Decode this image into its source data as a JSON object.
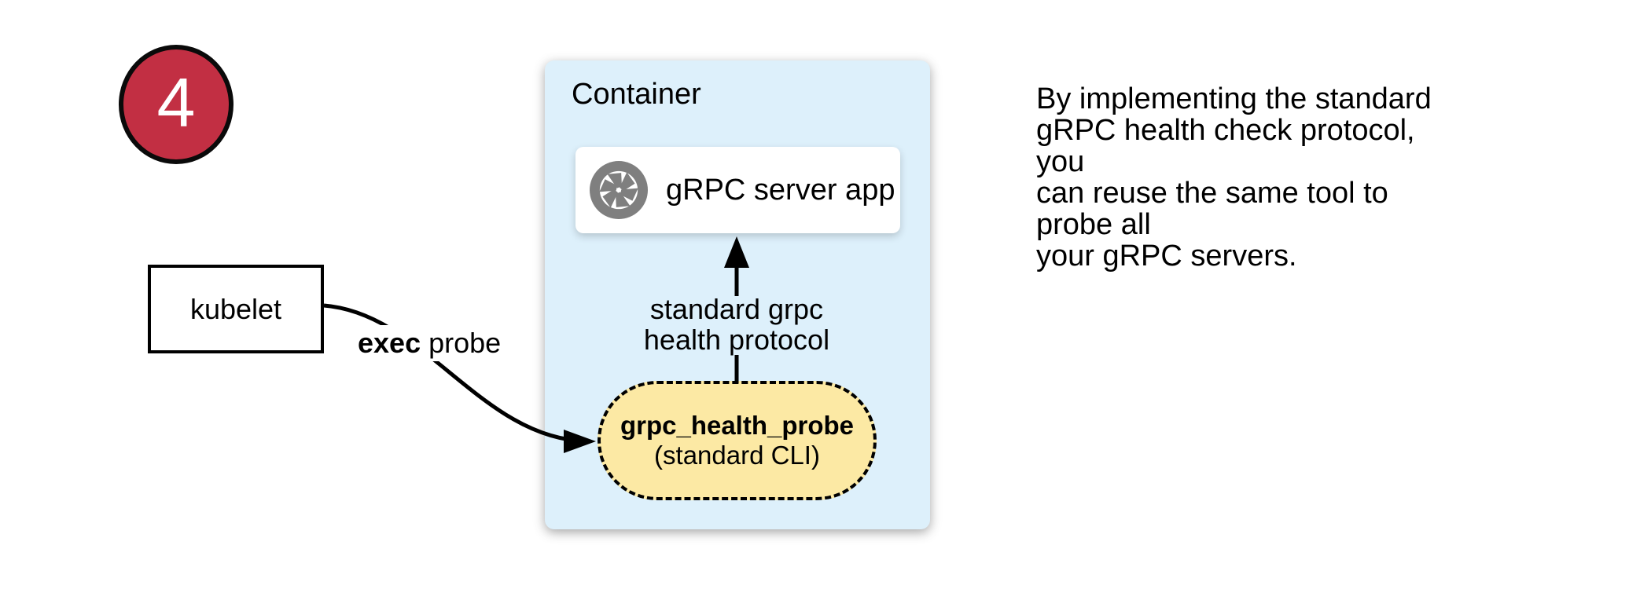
{
  "colors": {
    "page-bg": "#ffffff",
    "badge-red": "#c22f43",
    "container-blue": "#ddf0fb",
    "pill-yellow": "#fce9a4",
    "icon-gray": "#7f7f7f",
    "ink": "#000000"
  },
  "badge": {
    "number": "4"
  },
  "kubelet": {
    "label": "kubelet"
  },
  "exec_probe_arrow": {
    "label_bold": "exec",
    "label_rest": " probe"
  },
  "container": {
    "title": "Container",
    "server_app": {
      "label": "gRPC server app",
      "icon": "aperture-shutter-icon"
    },
    "protocol_arrow": {
      "label": "standard grpc\nhealth protocol"
    },
    "probe_pill": {
      "title": "grpc_health_probe",
      "subtitle": "(standard CLI)"
    }
  },
  "note": {
    "text": "By implementing the standard\ngRPC health check protocol, you\ncan reuse the same tool to probe all\nyour gRPC servers."
  }
}
